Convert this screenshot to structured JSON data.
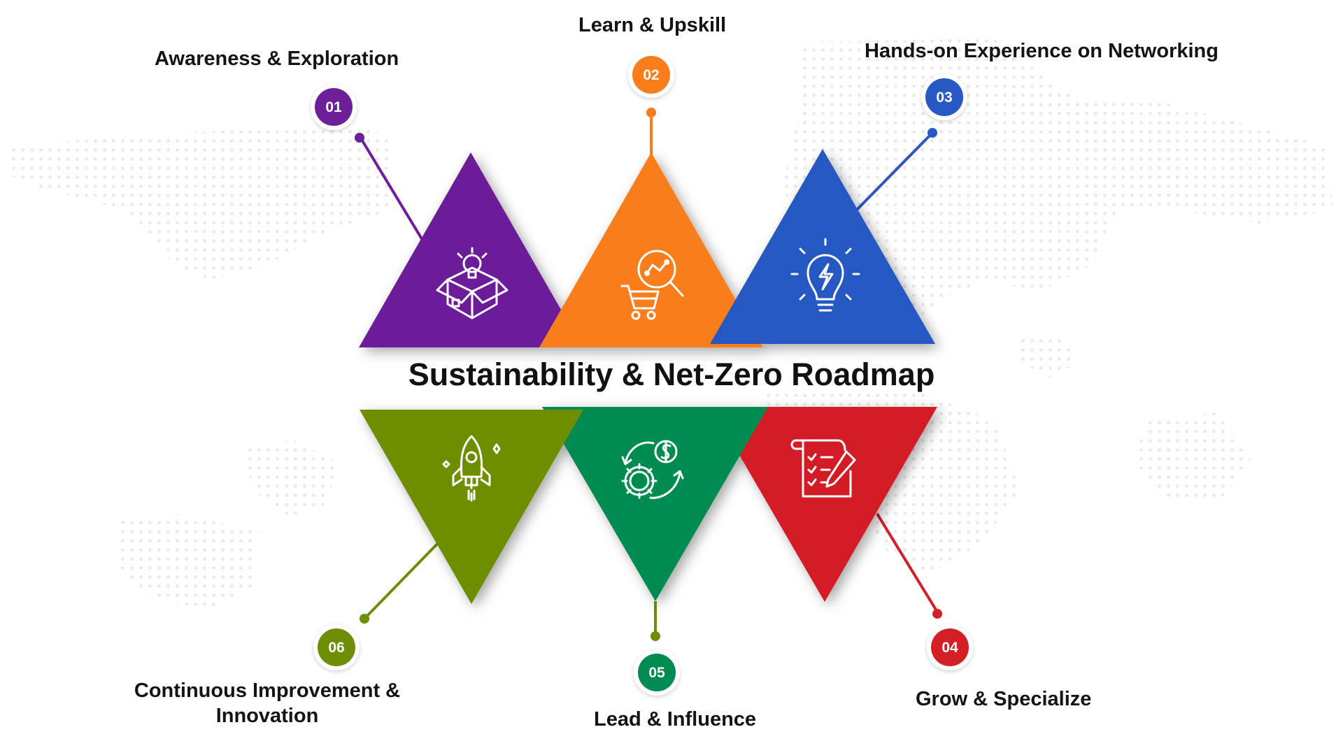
{
  "title": "Sustainability & Net-Zero Roadmap",
  "steps": [
    {
      "num": "01",
      "label": "Awareness & Exploration",
      "color": "#6c1f98",
      "icon": "lightbulb-in-box-icon"
    },
    {
      "num": "02",
      "label": "Learn & Upskill",
      "color": "#fa7d1c",
      "icon": "shopping-cart-analytics-icon"
    },
    {
      "num": "03",
      "label": "Hands-on Experience on Networking",
      "color": "#2758c4",
      "icon": "lightbulb-bolt-icon"
    },
    {
      "num": "04",
      "label": "Grow & Specialize",
      "color": "#d41f27",
      "icon": "checklist-pen-icon"
    },
    {
      "num": "05",
      "label": "Lead & Influence",
      "color": "#008c51",
      "icon": "gear-dollar-cycle-icon"
    },
    {
      "num": "06",
      "label": "Continuous Improvement & Innovation",
      "color": "#6e8e06",
      "icon": "rocket-icon"
    }
  ],
  "connector_dot_color_05": "#6e8e06"
}
